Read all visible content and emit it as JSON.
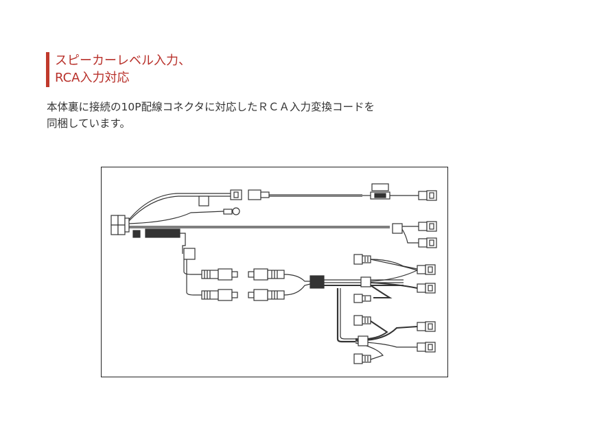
{
  "heading": {
    "line1": "スピーカーレベル入力、",
    "line2": "RCA入力対応"
  },
  "description": {
    "line1": "本体裏に接続の10P配線コネクタに対応したＲＣＡ入力変換コードを",
    "line2": "同梱しています。"
  },
  "colors": {
    "accent": "#c0392b",
    "heading_text": "#b8302a",
    "body_text": "#333333"
  },
  "diagram": {
    "subject": "10-pin wiring harness with speaker-level leads and RCA input conversion cables"
  }
}
